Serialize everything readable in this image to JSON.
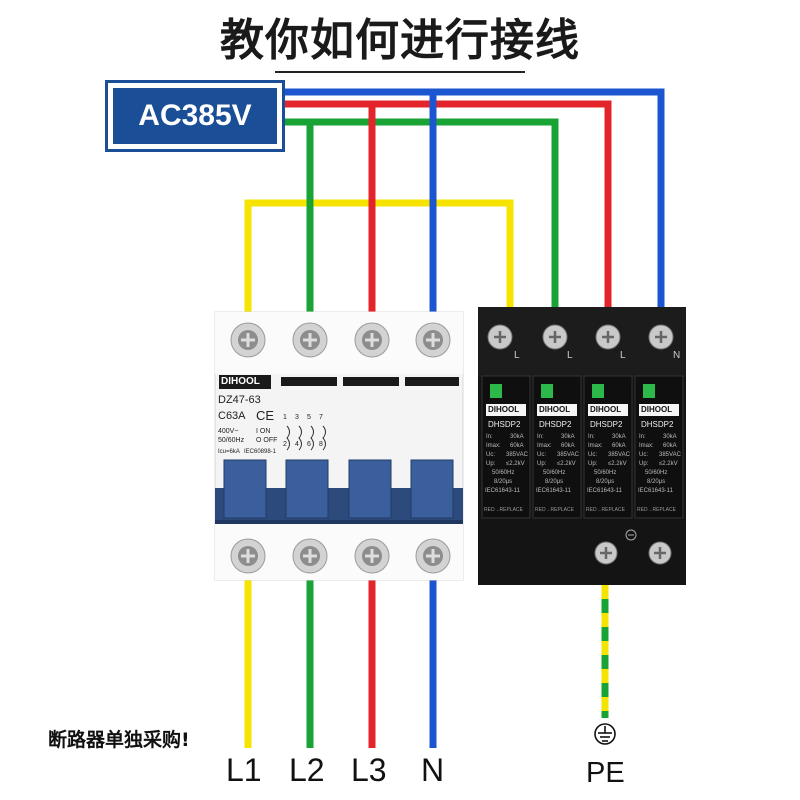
{
  "title": "教你如何进行接线",
  "voltage": "AC385V",
  "note": "断路器单独采购!",
  "colors": {
    "yellow": "#f6e400",
    "green": "#1aa335",
    "red": "#e3242b",
    "blue": "#1c55d0",
    "navy": "#1a4e96"
  },
  "terminals": [
    "L1",
    "L2",
    "L3",
    "N"
  ],
  "pe_label": "PE",
  "breaker": {
    "brand": "DIHOOL",
    "model": "DZ47-63",
    "rating": "C63A",
    "ce_mark": "CE",
    "spec1": "400V~",
    "spec2": "50/60Hz",
    "on_label": "I ON",
    "off_label": "O OFF",
    "icu": "Icu=6kA",
    "standard": "IEC60898-1",
    "pole_top": [
      "1",
      "3",
      "5",
      "7"
    ],
    "pole_bottom": [
      "2",
      "4",
      "6",
      "8"
    ]
  },
  "spd": {
    "top_labels": [
      "L",
      "L",
      "L",
      "N"
    ],
    "modules": [
      {
        "brand": "DIHOOL",
        "model": "DHSDP2",
        "in": "In:",
        "in_val": "30kA",
        "imax": "Imax:",
        "imax_val": "60kA",
        "uc": "Uc:",
        "uc_val": "385VAC",
        "up": "Up:",
        "up_val": "≤2.2kV",
        "freq": "50/60Hz",
        "wave": "8/20μs",
        "standard": "IEC61643-11",
        "footer": "RED→REPLACE"
      },
      {
        "brand": "DIHOOL",
        "model": "DHSDP2",
        "in": "In:",
        "in_val": "30kA",
        "imax": "Imax:",
        "imax_val": "60kA",
        "uc": "Uc:",
        "uc_val": "385VAC",
        "up": "Up:",
        "up_val": "≤2.2kV",
        "freq": "50/60Hz",
        "wave": "8/20μs",
        "standard": "IEC61643-11",
        "footer": "RED→REPLACE"
      },
      {
        "brand": "DIHOOL",
        "model": "DHSDP2",
        "in": "In:",
        "in_val": "30kA",
        "imax": "Imax:",
        "imax_val": "60kA",
        "uc": "Uc:",
        "uc_val": "385VAC",
        "up": "Up:",
        "up_val": "≤2.2kV",
        "freq": "50/60Hz",
        "wave": "8/20μs",
        "standard": "IEC61643-11",
        "footer": "RED→REPLACE"
      },
      {
        "brand": "DIHOOL",
        "model": "DHSDP2",
        "in": "In:",
        "in_val": "30kA",
        "imax": "Imax:",
        "imax_val": "60kA",
        "uc": "Uc:",
        "uc_val": "385VAC",
        "up": "Up:",
        "up_val": "≤2.2kV",
        "freq": "50/60Hz",
        "wave": "8/20μs",
        "standard": "IEC61643-11",
        "footer": "RED→REPLACE"
      }
    ]
  }
}
